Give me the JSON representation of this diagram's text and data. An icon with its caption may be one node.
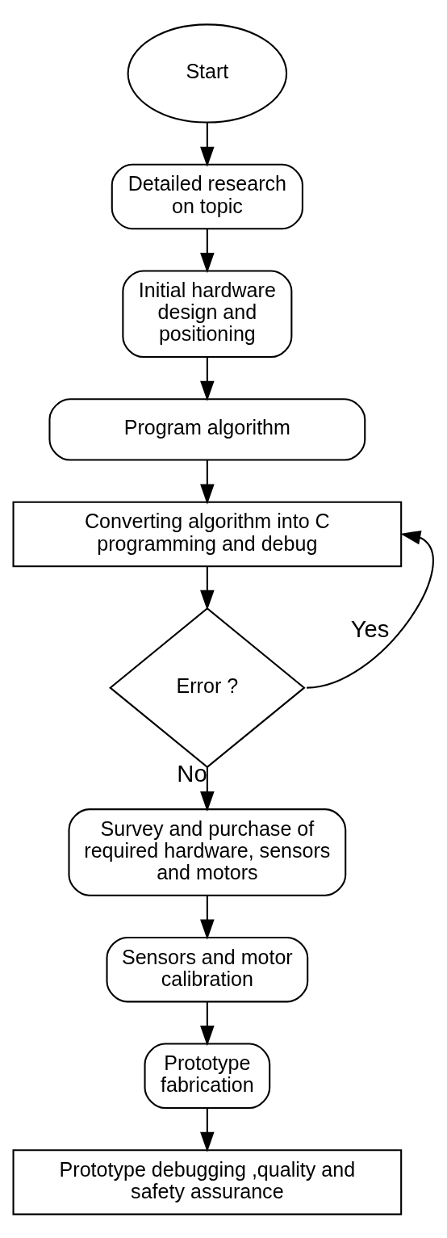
{
  "diagram": {
    "nodes": [
      {
        "text": [
          "Start"
        ]
      },
      {
        "text": [
          "Detailed research on topic"
        ]
      },
      {
        "text": [
          "Initial hardware design and positioning"
        ]
      },
      {
        "text": [
          "Program algorithm"
        ]
      },
      {
        "text": [
          "Converting algorithm into C programming and debug"
        ]
      },
      {
        "text": [
          "Error ?"
        ]
      },
      {
        "text": [
          "Survey and purchase of required hardware, sensors and motors"
        ]
      },
      {
        "text": [
          "Sensors and motor calibration"
        ]
      },
      {
        "text": [
          "Prototype fabrication"
        ]
      },
      {
        "text": [
          "Prototype debugging ,quality and safety assurance"
        ]
      }
    ],
    "edges": [
      {
        "from": 0,
        "to": 1,
        "arrow": "to"
      },
      {
        "from": 1,
        "to": 2,
        "arrow": "to"
      },
      {
        "from": 2,
        "to": 3,
        "arrow": "to"
      },
      {
        "from": 3,
        "to": 4,
        "arrow": "to"
      },
      {
        "from": 4,
        "to": 5,
        "arrow": "to"
      },
      {
        "from": 5,
        "to": 4,
        "arrow": "to",
        "label": "Yes"
      },
      {
        "from": 5,
        "to": 6,
        "arrow": "to",
        "label": "No"
      },
      {
        "from": 6,
        "to": 7,
        "arrow": "to"
      },
      {
        "from": 7,
        "to": 8,
        "arrow": "to"
      },
      {
        "from": 8,
        "to": 9,
        "arrow": "to"
      }
    ]
  }
}
